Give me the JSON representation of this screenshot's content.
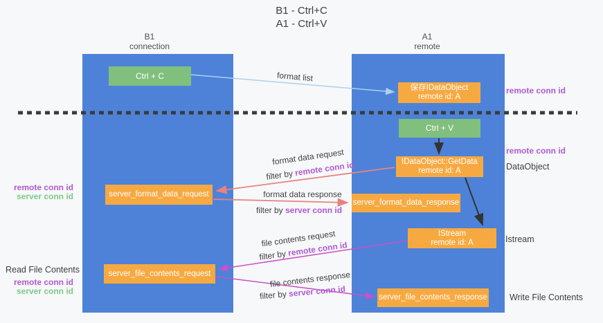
{
  "title": {
    "line1": "B1 - Ctrl+C",
    "line2": "A1 - Ctrl+V"
  },
  "lanes": {
    "left": {
      "name": "B1",
      "role": "connection"
    },
    "right": {
      "name": "A1",
      "role": "remote"
    }
  },
  "boxes": {
    "ctrl_c": {
      "label": "Ctrl + C"
    },
    "save_dataobject": {
      "line1": "保存IDataObject",
      "line2": "remote id: A"
    },
    "ctrl_v": {
      "label": "Ctrl + V"
    },
    "getdata": {
      "line1": "IDataObject::GetData",
      "line2": "remote id: A"
    },
    "format_request": {
      "label": "server_format_data_request"
    },
    "format_response": {
      "label": "server_format_data_response"
    },
    "istream": {
      "line1": "IStream",
      "line2": "remote id: A"
    },
    "file_request": {
      "label": "server_file_contents_request"
    },
    "file_response": {
      "label": "server_file_contents_response"
    }
  },
  "side_labels": {
    "right": {
      "remote_conn_id_top": "remote conn id",
      "remote_conn_id_mid": "remote conn id",
      "dataobject": "DataObject",
      "istream": "Istream",
      "write_file_contents": "Write File Contents"
    },
    "left": {
      "remote_conn_id_mid": "remote conn id",
      "server_conn_id_mid": "server conn id",
      "read_file_contents": "Read File Contents",
      "remote_conn_id_bottom": "remote conn id",
      "server_conn_id_bottom": "server conn id"
    }
  },
  "flow_labels": {
    "format_list": "format list",
    "format_data_request": "format data request",
    "format_data_response": "format data response",
    "file_contents_request": "file contents request",
    "file_contents_response": "file contents response",
    "filter_by": "filter by",
    "remote_conn_id": "remote conn id",
    "server_conn_id": "server conn id"
  },
  "colors": {
    "lane_blue": "#4d82d8",
    "box_green": "#81bf7e",
    "box_orange": "#f7a941",
    "arrow_light_blue": "#a9d2ee",
    "arrow_black": "#333333",
    "arrow_red": "#e88282",
    "arrow_magenta": "#cb4fcb",
    "label_purple": "#ae5ad2",
    "label_green": "#7cc98a"
  }
}
